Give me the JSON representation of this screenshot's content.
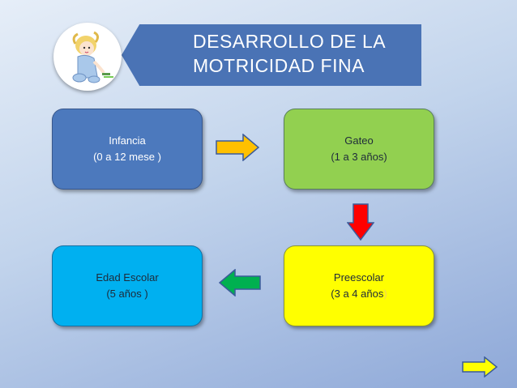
{
  "title": {
    "line1": "DESARROLLO DE LA",
    "line2": "MOTRICIDAD  FINA"
  },
  "stages": {
    "infancia": {
      "name": "Infancia",
      "range": "(0 a 12 mese )",
      "color": "#4c79bd"
    },
    "gateo": {
      "name": "Gateo",
      "range": "(1 a 3 años)",
      "color": "#92d050"
    },
    "preescolar": {
      "name": "Preescolar",
      "range": "(3 a 4 años",
      "range_tail": ")",
      "color": "#ffff00"
    },
    "escolar": {
      "name": "Edad  Escolar",
      "range": "(5 años )",
      "color": "#00b0f0"
    }
  },
  "arrows": {
    "right": {
      "icon": "arrow-right-icon",
      "color": "#ffc000"
    },
    "down": {
      "icon": "arrow-down-icon",
      "color": "#ff0000"
    },
    "left": {
      "icon": "arrow-left-icon",
      "color": "#00b050"
    },
    "next": {
      "icon": "arrow-right-icon",
      "color": "#ffff00"
    }
  }
}
